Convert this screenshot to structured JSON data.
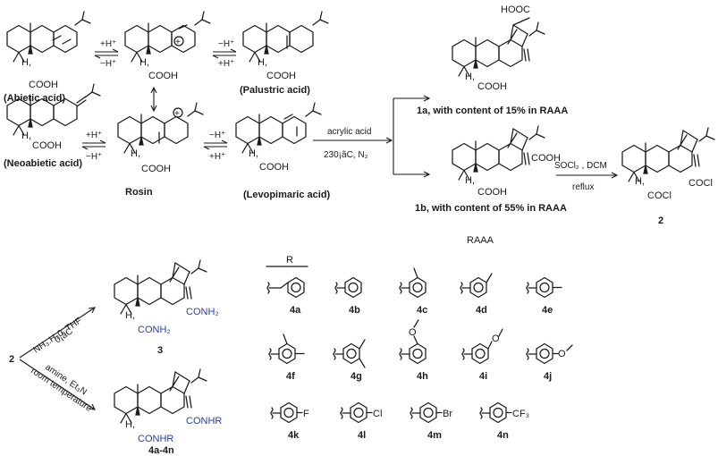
{
  "compounds": {
    "abietic": "(Abietic acid)",
    "palustric": "(Palustric acid)",
    "neoabietic": "(Neoabietic acid)",
    "levopimaric": "(Levopimaric acid)",
    "rosin": "Rosin",
    "raaa": "RAAA"
  },
  "equilibria": {
    "plus_h": "+H⁺",
    "minus_h": "−H⁺"
  },
  "groups": {
    "cooh": "COOH",
    "hooc": "HOOC",
    "cocl": "COCl",
    "conh2": "CONH₂",
    "conhr": "CONHR",
    "h_dot": "H,",
    "plus": "+"
  },
  "reaction1": {
    "reagent": "acrylic acid",
    "conditions": "230¡ãC, N₂"
  },
  "products": {
    "p1a": "1a, with content of 15% in RAAA",
    "p1b": "1b, with content of 55% in RAAA",
    "p2": "2"
  },
  "reaction2": {
    "reagent": "SOCl₂ , DCM",
    "conditions": "reflux"
  },
  "amidation": {
    "start": "2",
    "upper_reagent": "NH₃.H₂0, THF",
    "upper_cond": "0¡ãC",
    "lower_reagent": "amine, Et₃N",
    "lower_cond": "room temperature",
    "product3": "3",
    "product4": "4a-4n"
  },
  "r_table": {
    "header": "R",
    "labels": [
      "4a",
      "4b",
      "4c",
      "4d",
      "4e",
      "4f",
      "4g",
      "4h",
      "4i",
      "4j",
      "4k",
      "4l",
      "4m",
      "4n"
    ],
    "sub_f": "F",
    "sub_cl": "Cl",
    "sub_br": "Br",
    "sub_cf3": "CF₃",
    "sub_o": "O"
  }
}
